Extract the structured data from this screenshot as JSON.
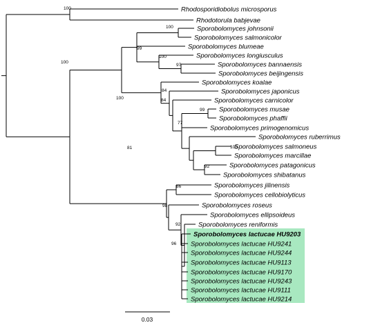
{
  "tree": {
    "scale_bar_label": "0.03",
    "highlight_color": "#a8e8c0",
    "line_color": "#000000",
    "taxa": [
      "Rhodosporidiobolus microsporus",
      "Rhodotorula babjevae",
      "Sporobolomyces johnsonii",
      "Sporobolomyces salmonicolor",
      "Sporobolomyces blumeae",
      "Sporobolomyces longiusculus",
      "Sporobolomyces bannaensis",
      "Sporobolomyces beijingensis",
      "Sporobolomyces koalae",
      "Sporobolomyces japonicus",
      "Sporobolomyces carnicolor",
      "Sporobolomyces musae",
      "Sporobolomyces phaffii",
      "Sporobolomyces primogenomicus",
      "Sporobolomyces ruberrimus",
      "Sporobolomyces salmoneus",
      "Sporobolomyces marcillae",
      "Sporobolomyces patagonicus",
      "Sporobolomyces shibatanus",
      "Sporobolomyces jilinensis",
      "Sporobolomyces cellobiolyticus",
      "Sporobolomyces roseus",
      "Sporobolomyces ellipsoideus",
      "Sporobolomyces reniformis",
      "Sporobolomyces lactucae HU9203",
      "Sporobolomyces lactucae HU9241",
      "Sporobolomyces lactucae HU9244",
      "Sporobolomyces lactucae HU9113",
      "Sporobolomyces lactucae HU9170",
      "Sporobolomyces lactucae HU9243",
      "Sporobolomyces lactucae HU9111",
      "Sporobolomyces lactucae HU9214"
    ],
    "bold_taxon": "Sporobolomyces lactucae HU9203",
    "support_values": [
      "100",
      "100",
      "100",
      "99",
      "100",
      "97",
      "100",
      "84",
      "84",
      "99",
      "77",
      "100",
      "92",
      "81",
      "86",
      "98",
      "92",
      "96"
    ]
  }
}
